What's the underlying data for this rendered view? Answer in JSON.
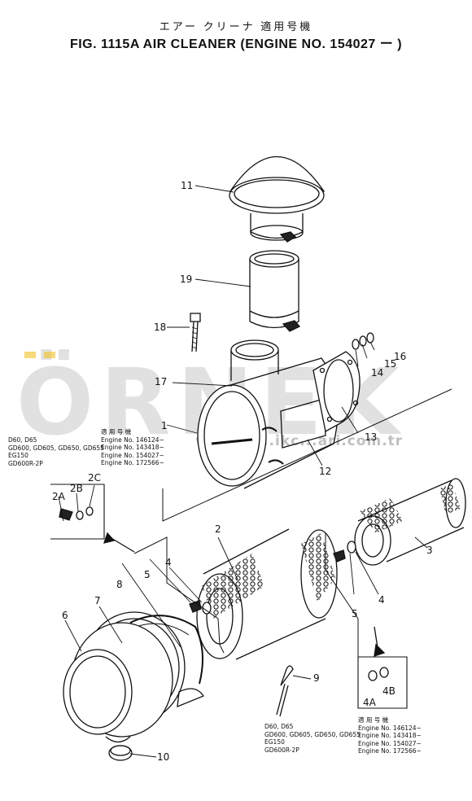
{
  "header": {
    "jp_title": "エアー クリーナ 適用号機",
    "fig_title": "FIG. 1115A  AIR  CLEANER (ENGINE  NO.  154027 ー )"
  },
  "watermark": {
    "big": "ÖRNEK",
    "url": "www.kl...ikc...ari.com.tr"
  },
  "part_numbers": [
    "11",
    "19",
    "18",
    "17",
    "16",
    "15",
    "14",
    "1",
    "13",
    "12",
    "2",
    "3",
    "4",
    "5",
    "6",
    "7",
    "8",
    "4",
    "5",
    "9",
    "10",
    "2A",
    "2B",
    "2C",
    "4A",
    "4B"
  ],
  "applicability_upper": {
    "models": [
      "D60, D65",
      "GD600, GD605, GD650, GD655",
      "EG150",
      "GD600R-2P"
    ],
    "header": "適 用 号 機",
    "engines": [
      "Engine  No.  146124~",
      "Engine  No.  143418~",
      "Engine  No.  154027~",
      "Engine  No.  172566~"
    ]
  },
  "applicability_lower": {
    "models": [
      "D60, D65",
      "GD600, GD605, GD650, GD655",
      "EG150",
      "GD600R-2P"
    ],
    "header": "適 用 号 機",
    "engines": [
      "Engine  No.  146124~",
      "Engine  No.  143418~",
      "Engine  No.  154027~",
      "Engine  No.  172566~"
    ]
  },
  "colors": {
    "line": "#111111",
    "watermark": "#c9c9c9",
    "accent": "#f0c020"
  }
}
